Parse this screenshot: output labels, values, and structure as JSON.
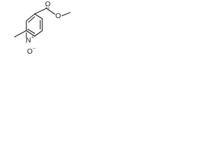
{
  "molecule": {
    "atoms": {
      "carbonyl_oxygen": "O",
      "ester_oxygen": "O",
      "ring_nitrogen": "N",
      "n_oxide_oxygen": "O"
    },
    "charges": {
      "nitrogen": "+",
      "oxide": "−"
    }
  }
}
